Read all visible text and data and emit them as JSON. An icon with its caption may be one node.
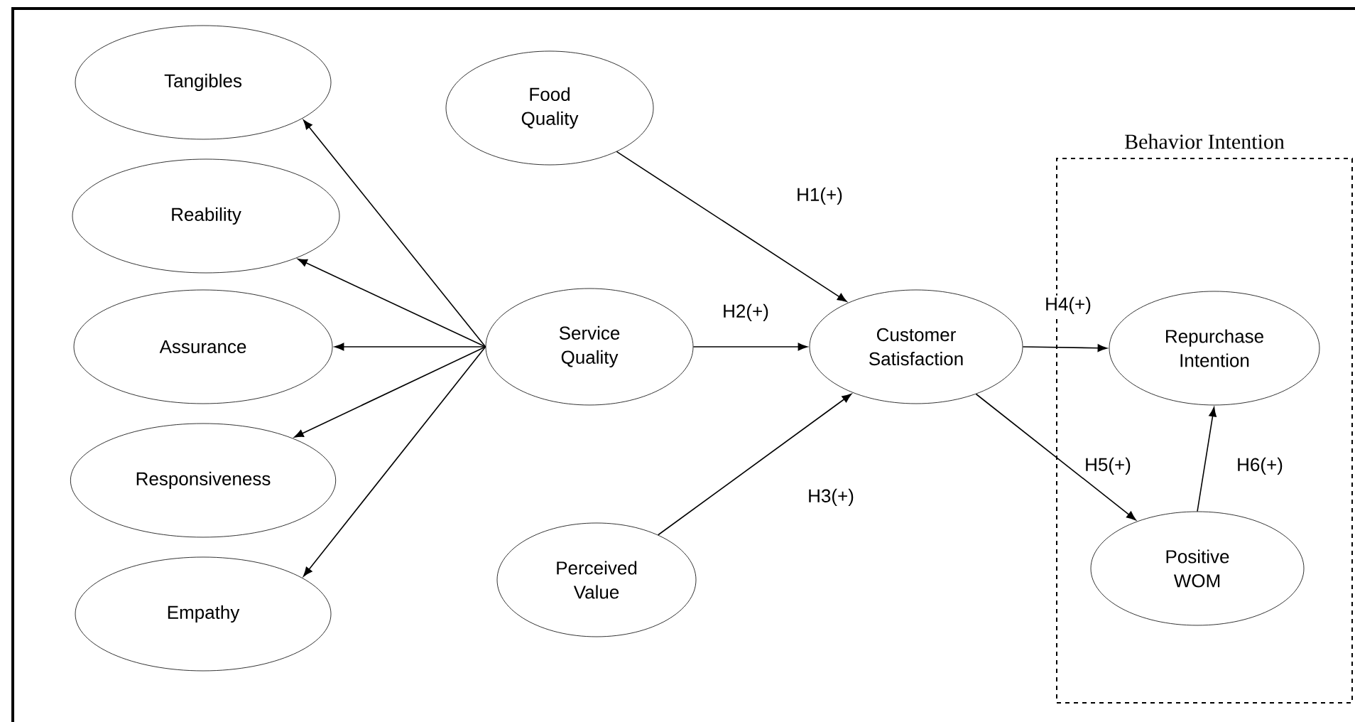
{
  "diagram": {
    "nodes": [
      {
        "text": [
          "Tangibles"
        ]
      },
      {
        "text": [
          "Reability"
        ]
      },
      {
        "text": [
          "Assurance"
        ]
      },
      {
        "text": [
          "Responsiveness"
        ]
      },
      {
        "text": [
          "Empathy"
        ]
      },
      {
        "text": [
          "Food Quality"
        ]
      },
      {
        "text": [
          "Service Quality"
        ]
      },
      {
        "text": [
          "Perceived Value"
        ]
      },
      {
        "text": [
          "Customer Satisfaction"
        ]
      },
      {
        "text": [
          "Behavior Intention"
        ]
      },
      {
        "text": [
          "Repurchase Intention"
        ],
        "in": 9
      },
      {
        "text": [
          "Positive WOM"
        ],
        "in": 9
      }
    ],
    "edges": [
      {
        "from": 6,
        "to": 0,
        "arrow": "to"
      },
      {
        "from": 6,
        "to": 1,
        "arrow": "to"
      },
      {
        "from": 6,
        "to": 2,
        "arrow": "to"
      },
      {
        "from": 6,
        "to": 3,
        "arrow": "to"
      },
      {
        "from": 6,
        "to": 4,
        "arrow": "to"
      },
      {
        "from": 5,
        "to": 8,
        "arrow": "to",
        "label": "H1(+)"
      },
      {
        "from": 6,
        "to": 8,
        "arrow": "to",
        "label": "H2(+)"
      },
      {
        "from": 7,
        "to": 8,
        "arrow": "to",
        "label": "H3(+)"
      },
      {
        "from": 8,
        "to": 10,
        "arrow": "to",
        "label": "H4(+)"
      },
      {
        "from": 8,
        "to": 11,
        "arrow": "to",
        "label": "H5(+)"
      },
      {
        "from": 11,
        "to": 10,
        "arrow": "to",
        "label": "H6(+)"
      }
    ]
  }
}
